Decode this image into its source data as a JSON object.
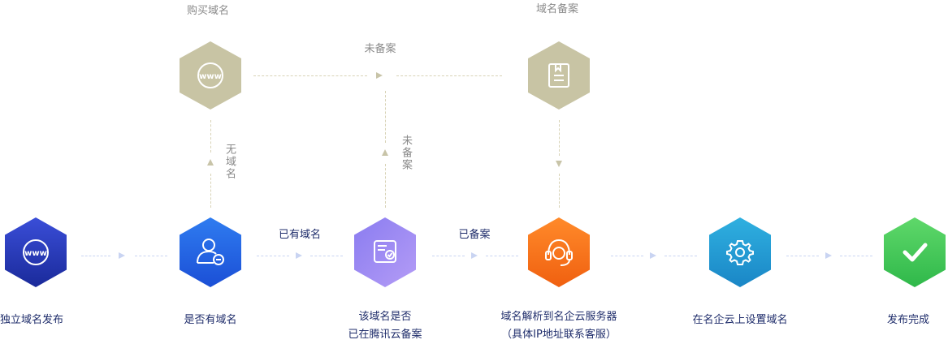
{
  "steps": [
    {
      "label": "独立域名发布",
      "icon": "www-icon",
      "color_top": "#3a4ed8",
      "color_bottom": "#1a2a9a"
    },
    {
      "label": "是否有域名",
      "icon": "user-domain-icon",
      "color_top": "#2f7cf0",
      "color_bottom": "#1b4fd6"
    },
    {
      "label_line1": "该域名是否",
      "label_line2": "已在腾讯云备案",
      "icon": "document-check-icon",
      "color_top": "#8a7cf0",
      "color_bottom": "#6a52e0"
    },
    {
      "label_line1": "域名解析到名企云服务器",
      "label_line2": "（具体IP地址联系客服）",
      "icon": "headset-icon",
      "color_top": "#ff8a2a",
      "color_bottom": "#f06010"
    },
    {
      "label": "在名企云上设置域名",
      "icon": "gear-icon",
      "color_top": "#2fb0e0",
      "color_bottom": "#1a86c6"
    },
    {
      "label": "发布完成",
      "icon": "check-icon",
      "color_top": "#5fd86a",
      "color_bottom": "#2fb84a"
    }
  ],
  "top_nodes": [
    {
      "label": "购买域名",
      "icon": "www-icon",
      "color": "#c8c4a4"
    },
    {
      "label": "域名备案",
      "icon": "book-icon",
      "color": "#c8c4a4"
    }
  ],
  "edges": {
    "no_domain": "无域名",
    "not_filed_top": "未备案",
    "not_filed_vertical": "未备案",
    "has_domain": "已有域名",
    "filed": "已备案"
  }
}
